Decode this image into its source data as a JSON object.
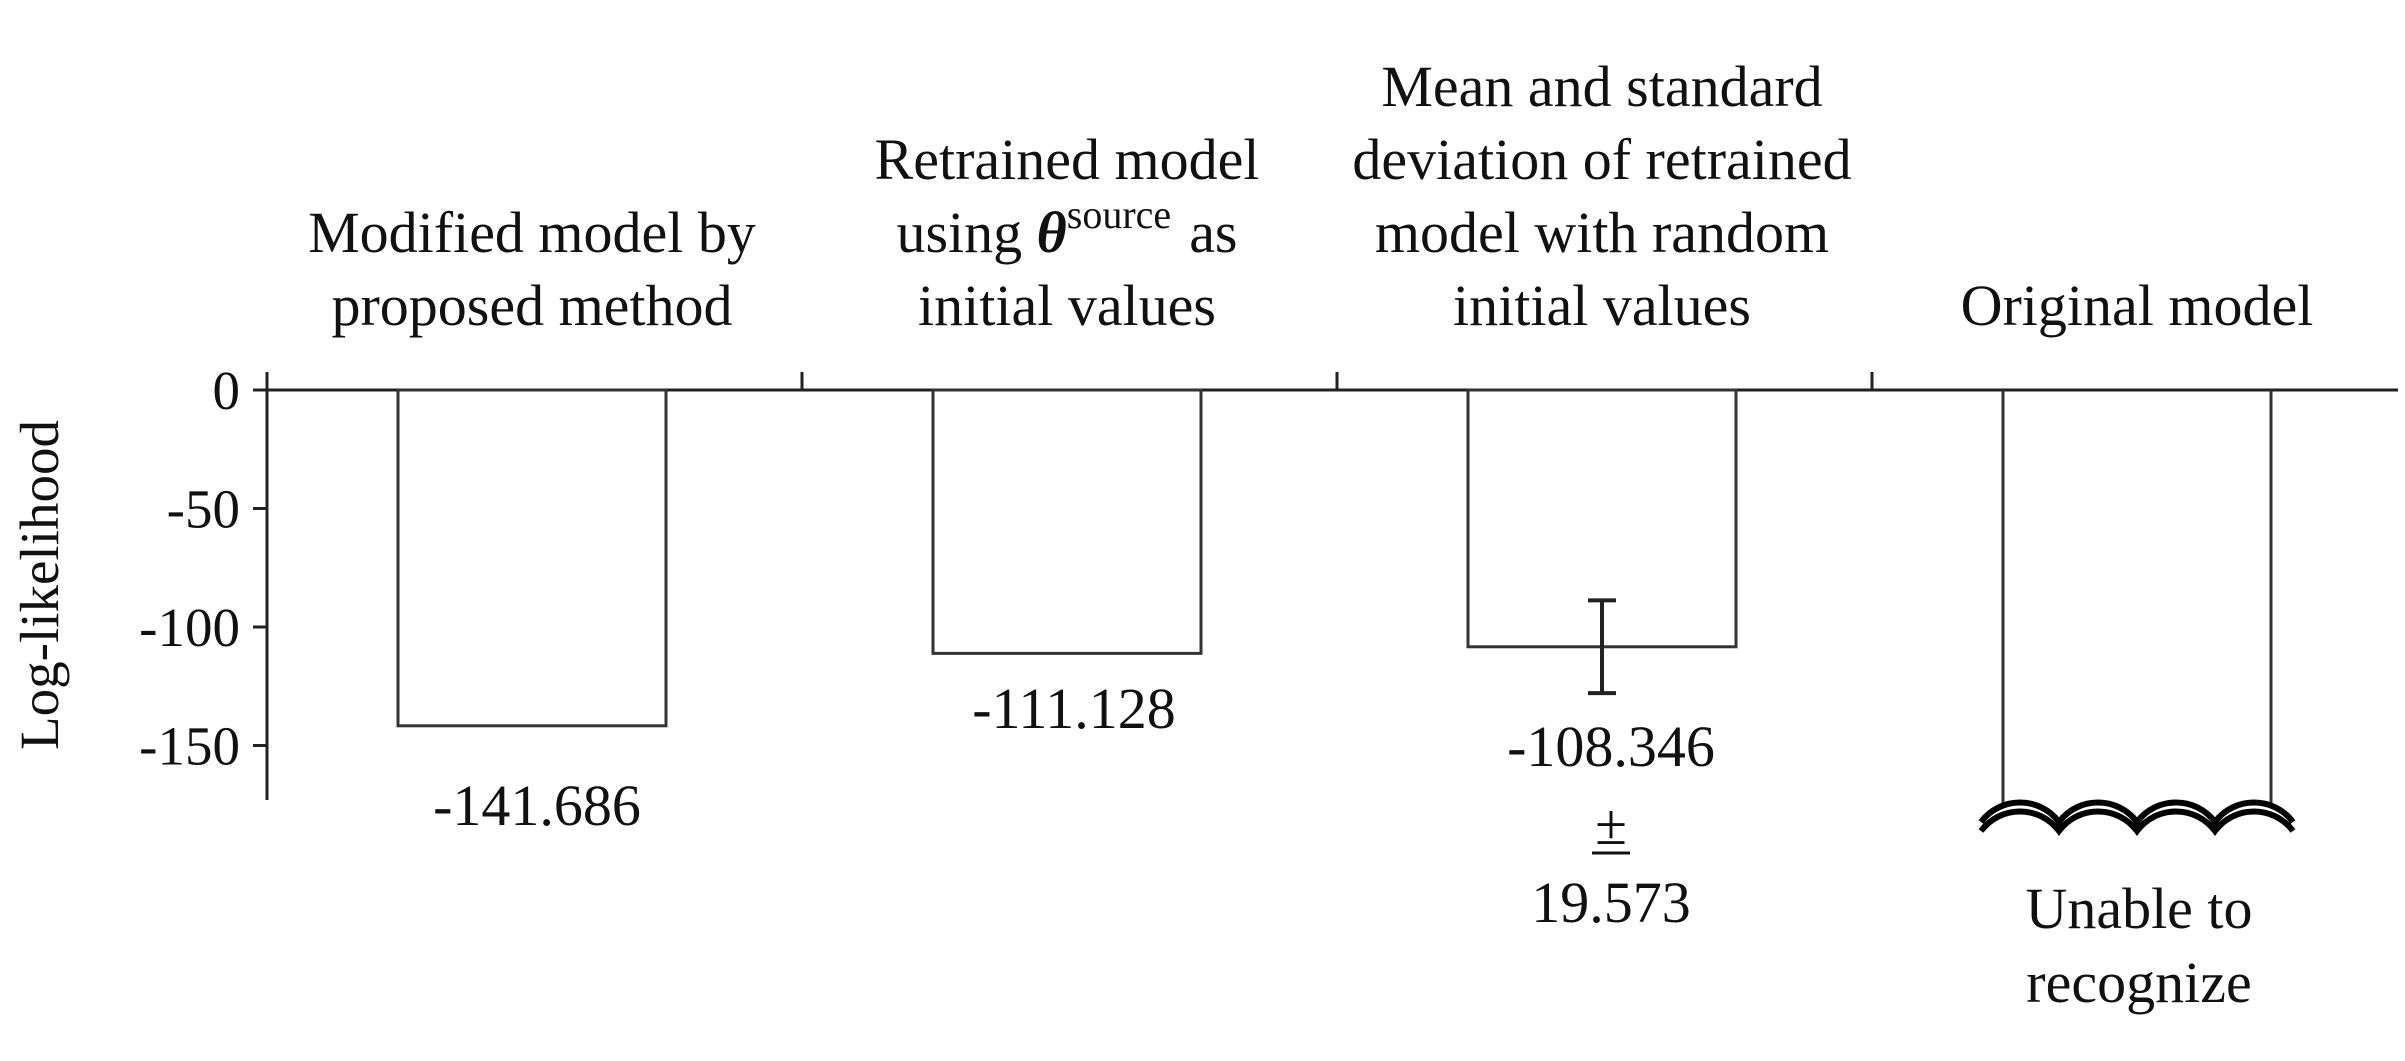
{
  "chart_data": {
    "type": "bar",
    "ylabel": "Log-likelihood",
    "ylim": [
      -175,
      0
    ],
    "yticks": [
      0,
      -50,
      -100,
      -150
    ],
    "ytick_labels": [
      "0",
      "-50",
      "-100",
      "-150"
    ],
    "grid": false,
    "categories": [
      {
        "lines": [
          "Modified model by",
          "proposed method"
        ]
      },
      {
        "lines": [
          "Retrained model",
          "using θ^source as",
          "initial values"
        ],
        "line2_prefix": "using ",
        "line2_symbol": "θ",
        "line2_superscript": "source",
        "line2_suffix": "as"
      },
      {
        "lines": [
          "Mean and standard",
          "deviation of retrained",
          "model with random",
          "initial values"
        ]
      },
      {
        "lines": [
          "Original model"
        ]
      }
    ],
    "values": [
      -141.686,
      -111.128,
      -108.346,
      null
    ],
    "error": [
      null,
      null,
      19.573,
      null
    ],
    "value_labels": [
      [
        "-141.686"
      ],
      [
        "-111.128"
      ],
      [
        "-108.346",
        "±",
        "19.573"
      ],
      [
        "Unable to",
        "recognize"
      ]
    ],
    "truncated_bar": [
      false,
      false,
      false,
      true
    ]
  }
}
